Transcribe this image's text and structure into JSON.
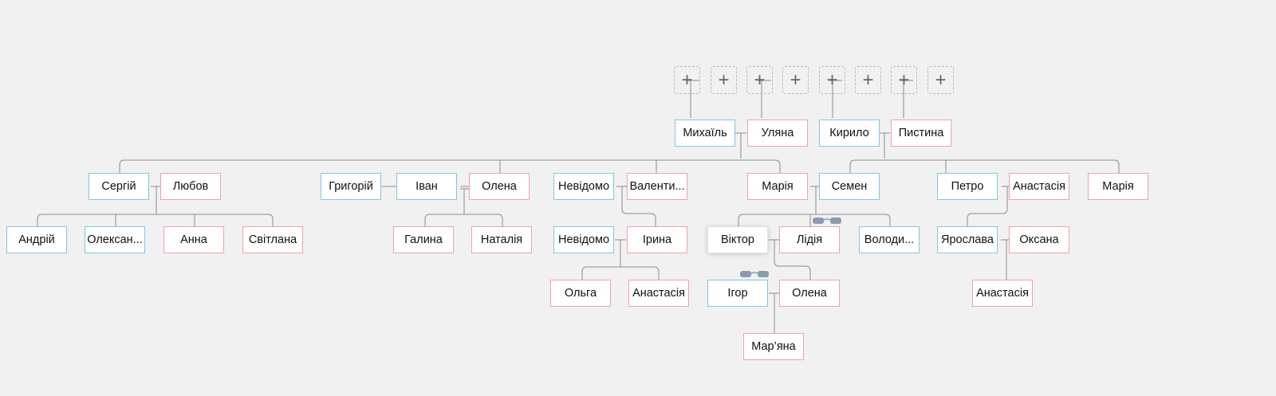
{
  "colors": {
    "background": "#f1f1f1",
    "male_border": "#7ec8dc",
    "female_border": "#f3a1a4",
    "line": "#8a8a8a",
    "glasses": "#8d9bb0"
  },
  "add_placeholder": {
    "symbol": "+",
    "count": 8
  },
  "people": {
    "mykhailo": "Михаїль",
    "uliana": "Уляна",
    "kyrylo": "Кирило",
    "pystyna": "Пистина",
    "serhii": "Сергій",
    "liubov": "Любов",
    "hryhorii": "Григорій",
    "ivan": "Іван",
    "olena1": "Олена",
    "nevidomo1": "Невідомо",
    "valentyna": "Валенти...",
    "mariia1": "Марія",
    "semen": "Семен",
    "petro": "Петро",
    "anastasiia1": "Анастасія",
    "mariia2": "Марія",
    "andrii": "Андрій",
    "oleksandr": "Олексан...",
    "anna": "Анна",
    "svitlana": "Світлана",
    "halyna": "Галина",
    "nataliia": "Наталія",
    "nevidomo2": "Невідомо",
    "iryna": "Ірина",
    "viktor": "Віктор",
    "lidiia": "Лідія",
    "volodymyr": "Володи...",
    "yaroslava": "Ярослава",
    "oksana": "Оксана",
    "olha": "Ольга",
    "anastasiia2": "Анастасія",
    "ihor": "Ігор",
    "olena2": "Олена",
    "anastasiia3": "Анастасія",
    "marianna": "Мар’яна"
  }
}
